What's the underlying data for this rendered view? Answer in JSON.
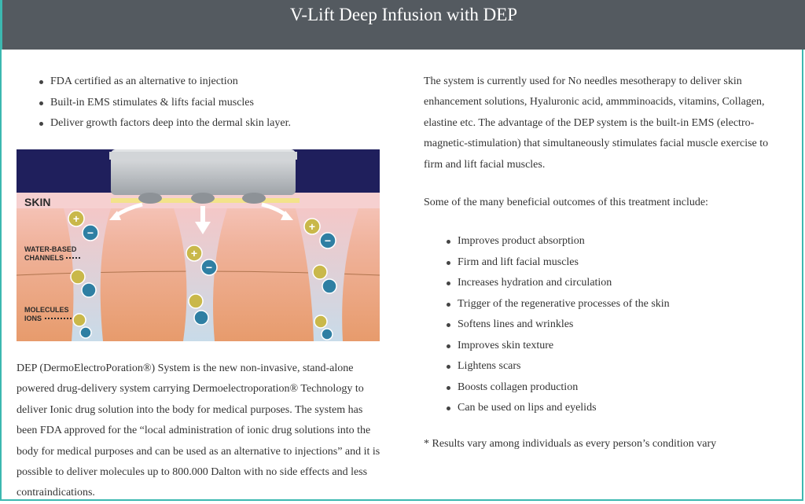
{
  "page": {
    "title": "V-Lift Deep Infusion with DEP"
  },
  "left": {
    "bullets": [
      "FDA certified as an alternative to injection",
      "Built-in EMS stimulates & lifts facial muscles",
      "Deliver growth factors deep into the dermal skin layer."
    ],
    "diagram": {
      "skin_label": "SKIN",
      "water_label_1": "WATER-BASED",
      "water_label_2": "CHANNELS",
      "molecules_label_1": "MOLECULES",
      "molecules_label_2": "IONS",
      "plus_symbol": "+",
      "minus_symbol": "−"
    },
    "paragraph": "DEP (DermoElectroPoration®) System is the new non-invasive, stand-alone powered drug-delivery system carrying Dermoelectroporation® Technology to deliver Ionic drug solution into the body for medical purposes. The system has been FDA approved for the “local administration of ionic drug solutions into the body for medical purposes and can be used as an alternative to injections” and it is possible to deliver molecules up to 800.000 Dalton with no side effects and less contraindications."
  },
  "right": {
    "paragraph1": "The system is currently used for No needles mesotherapy to deliver skin enhancement solutions, Hyaluronic acid, ammminoacids, vitamins, Collagen, elastine etc. The advantage of the DEP system is the built-in EMS (electro-magnetic-stimulation) that simultaneously stimulates facial muscle exercise to firm and lift facial muscles.",
    "paragraph2": "Some of the many beneficial outcomes of this treatment include:",
    "outcomes": [
      "Improves product absorption",
      "Firm and lift facial muscles",
      "Increases hydration and circulation",
      "Trigger of the regenerative processes of the skin",
      "Softens lines and wrinkles",
      "Improves skin texture",
      "Lightens scars",
      "Boosts collagen production",
      "Can be used on lips and eyelids"
    ],
    "note": "* Results vary among individuals as every person’s condition vary"
  },
  "colors": {
    "header_bg": "#545a60",
    "accent": "#3cb8b0",
    "diagram_bg": "#1f1f5c",
    "skin_pink": "#f2b4b0",
    "plus_ion": "#c9b84a",
    "minus_ion": "#2f7fa3"
  }
}
